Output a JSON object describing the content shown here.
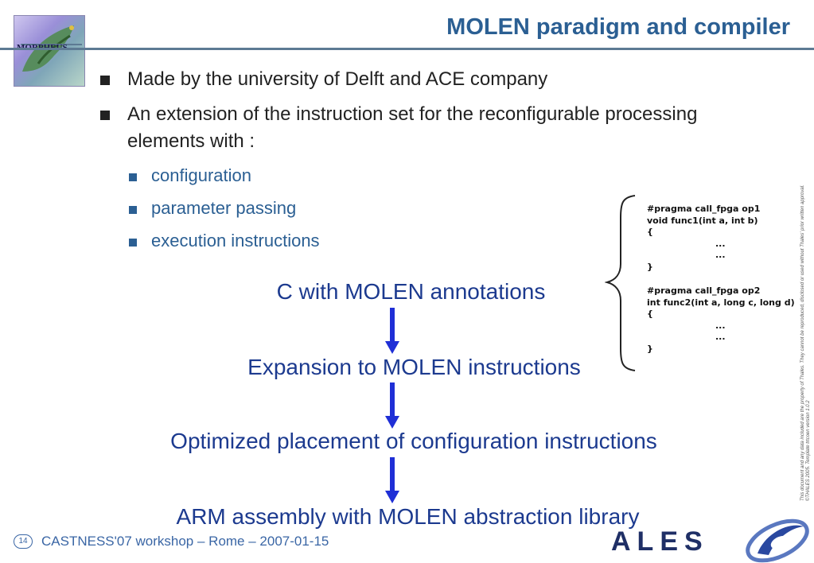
{
  "slide": {
    "title": "MOLEN paradigm and compiler",
    "logo_text": "MORPHEUS",
    "bullets": [
      {
        "text": "Made by the university of Delft and ACE company"
      },
      {
        "text": "An extension of the instruction set for the reconfigurable processing elements with :"
      }
    ],
    "sub_bullets": [
      {
        "text": "configuration"
      },
      {
        "text": "parameter passing"
      },
      {
        "text": "execution instructions"
      }
    ],
    "flow_steps": [
      "C with MOLEN annotations",
      "Expansion to MOLEN instructions",
      "Optimized placement of configuration instructions",
      "ARM assembly with MOLEN abstraction library"
    ],
    "code_lines": [
      "#pragma call_fpga op1",
      "void func1(int a, int b)",
      "{",
      "...",
      "...",
      "}",
      "#pragma call_fpga op2",
      "int func2(int a, long c, long d)",
      "{",
      "...",
      "...",
      "}"
    ],
    "side_note_1": "This document and any data included are the property of Thales. They cannot be reproduced, disclosed or used without Thales' prior written approval.",
    "side_note_2": "©THALES 2005. Template trtcoen version 1.0.2",
    "page_number": "14",
    "footer": "CASTNESS'07 workshop – Rome – 2007-01-15",
    "brand": "ALES"
  },
  "colors": {
    "title": "#2b5f93",
    "flow_text": "#1c3a8f",
    "arrow": "#1f2fd6",
    "sub_bullet": "#2b5f93"
  }
}
